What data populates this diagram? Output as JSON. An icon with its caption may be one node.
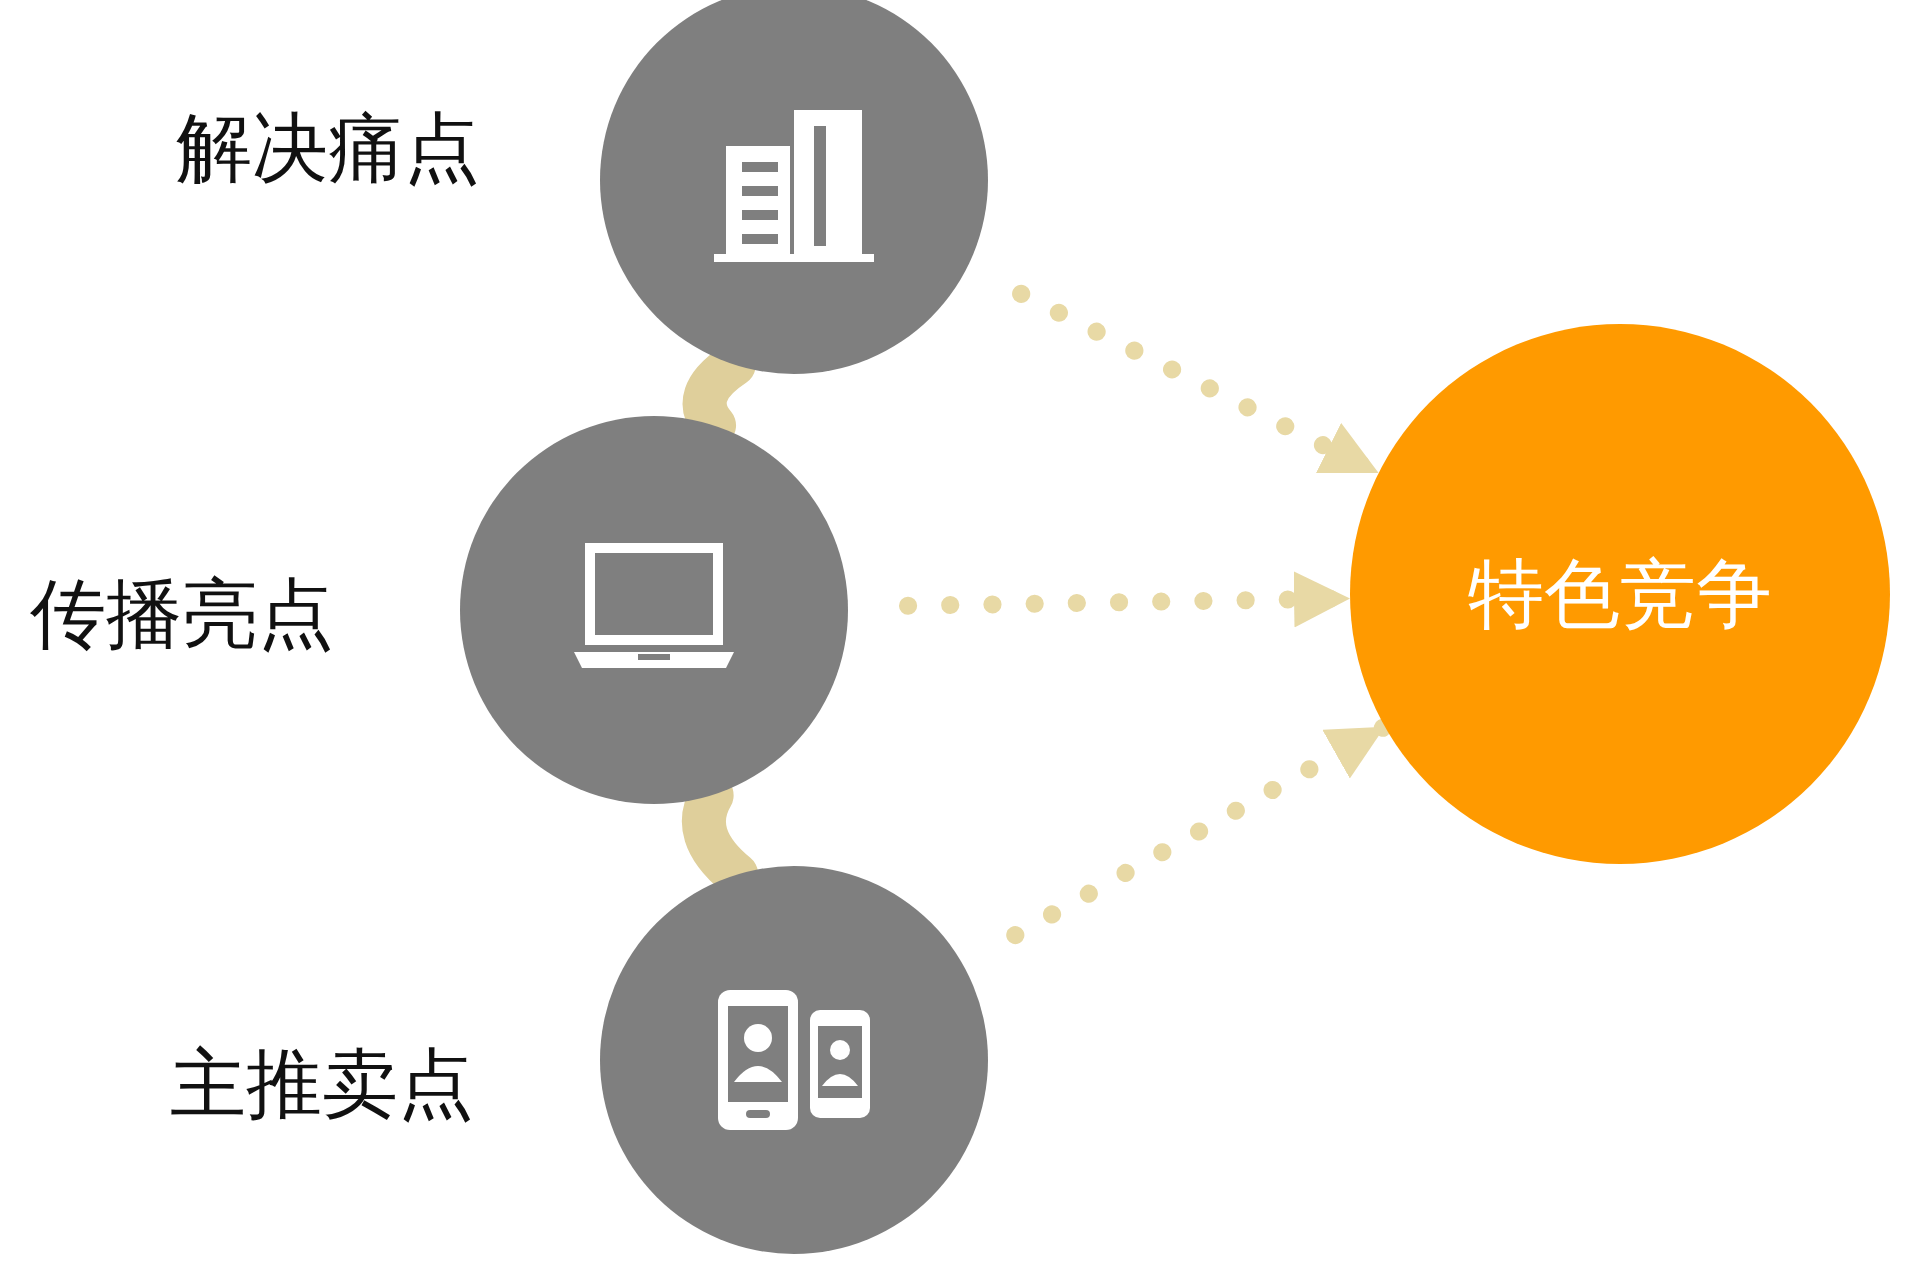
{
  "diagram": {
    "nodes": [
      {
        "text": [],
        "shape": "circle",
        "beside": [
          "解决痛点"
        ]
      },
      {
        "text": [],
        "shape": "circle",
        "beside": [
          "传播亮点"
        ]
      },
      {
        "text": [],
        "shape": "circle",
        "beside": [
          "主推卖点"
        ]
      },
      {
        "text": [
          "特色竞争"
        ]
      }
    ],
    "edges": [
      {
        "from": 0,
        "to": 1,
        "arrow": "none",
        "style": "thick",
        "color": "#dfcf9b"
      },
      {
        "from": 1,
        "to": 2,
        "arrow": "none",
        "style": "thick",
        "color": "#dfcf9b"
      },
      {
        "from": 0,
        "to": 3,
        "arrow": "to",
        "style": "dashed",
        "color": "#e8d9a5"
      },
      {
        "from": 1,
        "to": 3,
        "arrow": "to",
        "style": "dashed",
        "color": "#e8d9a5"
      },
      {
        "from": 2,
        "to": 3,
        "arrow": "to",
        "style": "dashed",
        "color": "#e8d9a5"
      }
    ]
  }
}
